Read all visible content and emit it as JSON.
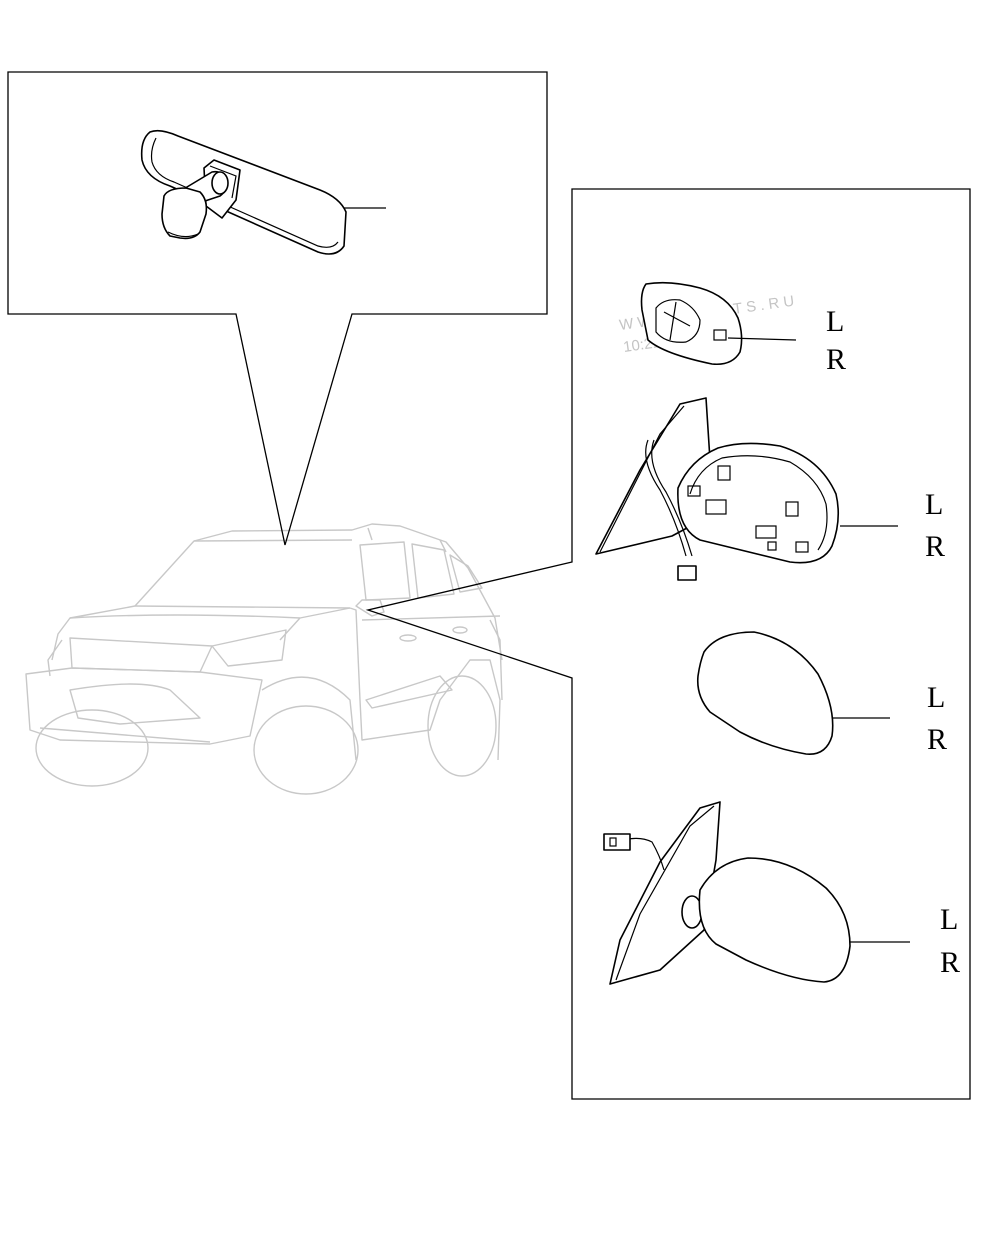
{
  "watermark": {
    "line1": "W W W . A L C A T S . R U",
    "line2": "10:21 26.06.2017"
  },
  "parts": [
    {
      "id": "interior-mirror",
      "labels": []
    },
    {
      "id": "mirror-glass-with-heater",
      "labels": [
        "L",
        "R"
      ]
    },
    {
      "id": "mirror-housing-assembly",
      "labels": [
        "L",
        "R"
      ]
    },
    {
      "id": "mirror-cover",
      "labels": [
        "L",
        "R"
      ]
    },
    {
      "id": "exterior-mirror-assembly",
      "labels": [
        "L",
        "R"
      ]
    }
  ]
}
